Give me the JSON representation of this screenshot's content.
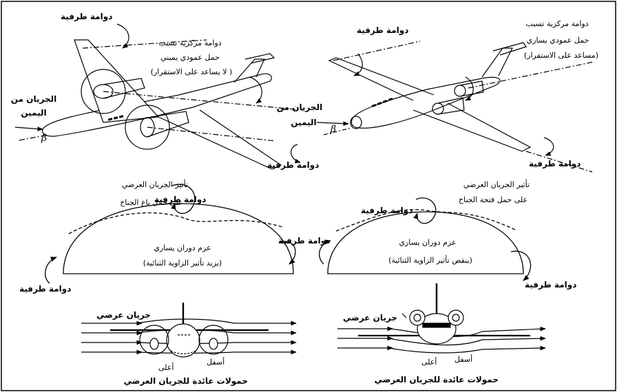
{
  "top_left": {
    "vortex_top": "دوامة طرفية",
    "central_vortex": [
      "دوامة مركزية  تسبب",
      "حمل عمودي يميني",
      "( لا يساعد على الاستقرار)"
    ],
    "flow_from": [
      "الجريان من",
      "اليمين"
    ],
    "beta": "β",
    "vortex_bottom": "دوامة طرفية"
  },
  "top_right": {
    "vortex_top": "دوامة طرفية",
    "central_vortex": [
      "دوامة مركزية  تسبب",
      "حمل عمودي يساري",
      "(مساعد على الاستقرار)"
    ],
    "flow_from": [
      "الجريان من",
      "اليمين"
    ],
    "beta": "β",
    "vortex_bottom": "دوامة طرفية"
  },
  "mid_left": {
    "title": [
      "تأثير الجريان العرضي",
      "على حمل باع الجناح"
    ],
    "vortex_top": "دوامة طرفية",
    "moment": [
      "عزم دوران يساري",
      "(يزيد تأثير الزاوية الثنائية)"
    ],
    "vortex_right": "دوامة طرفية",
    "vortex_left": "دوامة طرفية"
  },
  "mid_right": {
    "title": [
      "تأثير الجريان العرضي",
      "على حمل فتحة الجناح"
    ],
    "vortex_top": "دوامة طرفية",
    "moment": [
      "عزم دوران يساري",
      "(ينقص تأثير الزاوية الثنائية)"
    ],
    "vortex_right": "دوامة طرفية"
  },
  "bottom_left": {
    "crossflow": "جريان عرضي",
    "upper": "أعلى",
    "lower": "أسفل",
    "caption": "حمولات عائدة للجريان العرضي"
  },
  "bottom_right": {
    "crossflow": "جريان عرضي",
    "upper": "أعلى",
    "lower": "أسفل",
    "caption": "حمولات عائدة للجريان العرضي"
  }
}
